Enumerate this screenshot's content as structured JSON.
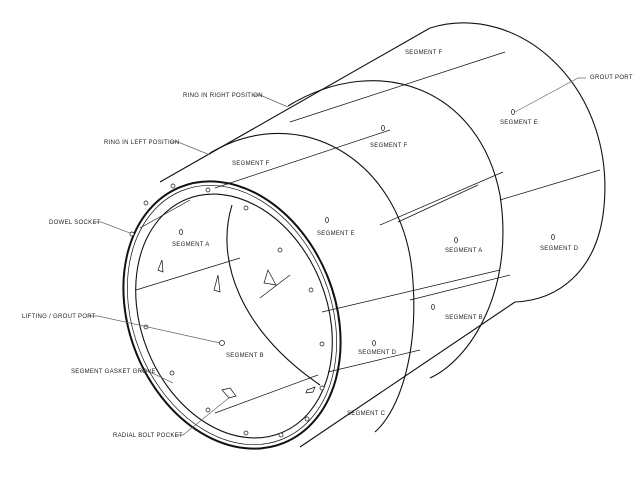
{
  "callouts": {
    "ring_right": "RING IN RIGHT POSITION",
    "ring_left": "RING IN LEFT POSITION",
    "dowel_socket": "DOWEL SOCKET",
    "lifting_port": "LIFTING / GROUT PORT",
    "gasket_grove": "SEGMENT GASKET GROVE",
    "bolt_pocket": "RADIAL BOLT POCKET",
    "grout_port": "GROUT PORT"
  },
  "segments": {
    "back_f": "SEGMENT F",
    "back_e": "SEGMENT E",
    "back_d": "SEGMENT D",
    "mid_f": "SEGMENT F",
    "mid_a": "SEGMENT A",
    "mid_b": "SEGMENT B",
    "front_f": "SEGMENT F",
    "front_e": "SEGMENT E",
    "front_d": "SEGMENT D",
    "front_c": "SEGMENT C",
    "inner_a": "SEGMENT A",
    "inner_b": "SEGMENT B"
  }
}
